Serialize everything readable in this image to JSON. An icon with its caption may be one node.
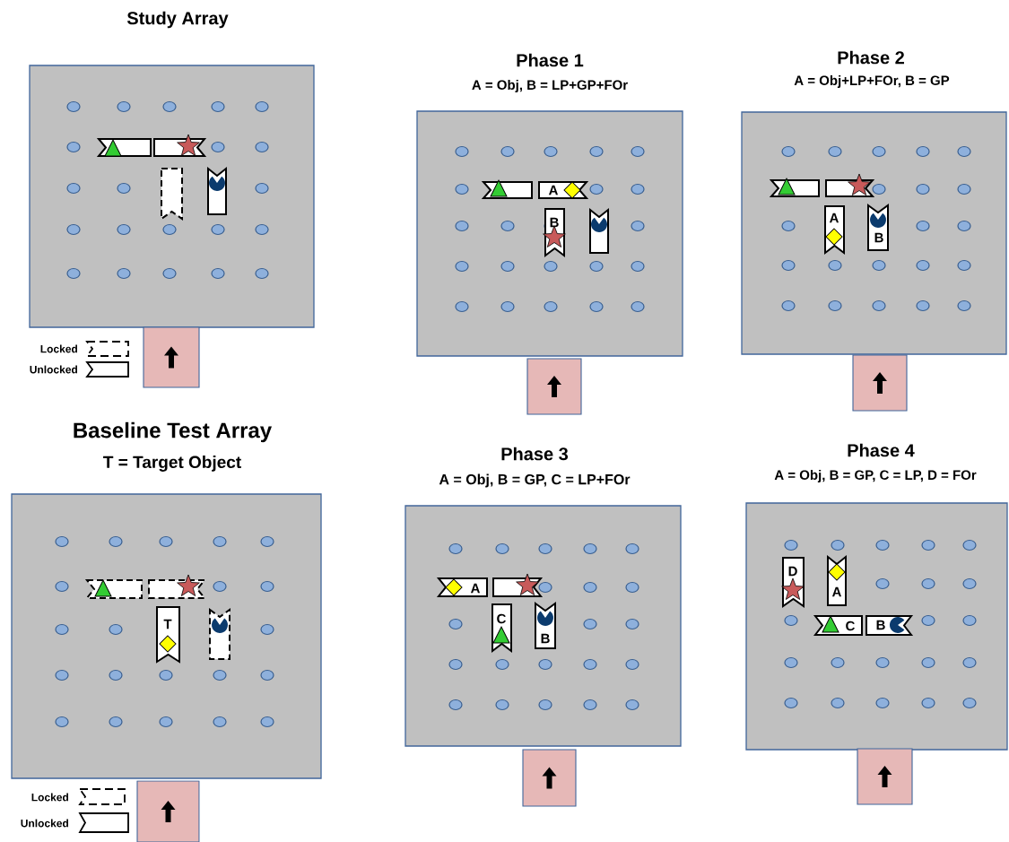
{
  "diagram": {
    "nodes": [
      {
        "text": [
          "Study Array"
        ]
      },
      {
        "text": [],
        "shape": "bar",
        "in": 0
      },
      {
        "text": [],
        "shape": "bar",
        "in": 0
      },
      {
        "text": [],
        "shape": "bar",
        "in": 0
      },
      {
        "text": [],
        "shape": "bar",
        "in": 0
      },
      {
        "text": [
          "Phase 1",
          "A = Obj,  B = LP+GP+FOr"
        ]
      },
      {
        "text": [],
        "shape": "bar",
        "in": 5
      },
      {
        "text": [
          "A"
        ],
        "in": 5
      },
      {
        "text": [
          "B"
        ],
        "in": 5
      },
      {
        "text": [],
        "shape": "bar",
        "in": 5
      },
      {
        "text": [
          "Phase 2",
          "A = Obj+LP+FOr, B = GP"
        ]
      },
      {
        "text": [],
        "shape": "bar",
        "in": 10
      },
      {
        "text": [],
        "shape": "bar",
        "in": 10
      },
      {
        "text": [
          "A"
        ],
        "in": 10
      },
      {
        "text": [
          "B"
        ],
        "in": 10
      },
      {
        "text": [
          "Baseline Test Array",
          "T = Target Object"
        ]
      },
      {
        "text": [],
        "shape": "bar",
        "in": 15
      },
      {
        "text": [],
        "shape": "bar",
        "in": 15
      },
      {
        "text": [
          "T"
        ],
        "in": 15
      },
      {
        "text": [],
        "shape": "bar",
        "in": 15
      },
      {
        "text": [
          "Phase 3",
          "A = Obj, B = GP, C = LP+FOr"
        ]
      },
      {
        "text": [
          "A"
        ],
        "in": 20
      },
      {
        "text": [],
        "shape": "bar",
        "in": 20
      },
      {
        "text": [
          "C"
        ],
        "in": 20
      },
      {
        "text": [
          "B"
        ],
        "in": 20
      },
      {
        "text": [
          "Phase 4",
          "A = Obj, B = GP, C = LP, D = FOr"
        ]
      },
      {
        "text": [
          "D"
        ],
        "in": 25
      },
      {
        "text": [
          "A"
        ],
        "in": 25
      },
      {
        "text": [
          "C"
        ],
        "in": 25
      },
      {
        "text": [
          "B"
        ],
        "in": 25
      }
    ],
    "legend": [
      {
        "text": "Locked"
      },
      {
        "text": "Unlocked"
      },
      {
        "text": "Locked"
      },
      {
        "text": "Unlocked"
      }
    ]
  }
}
